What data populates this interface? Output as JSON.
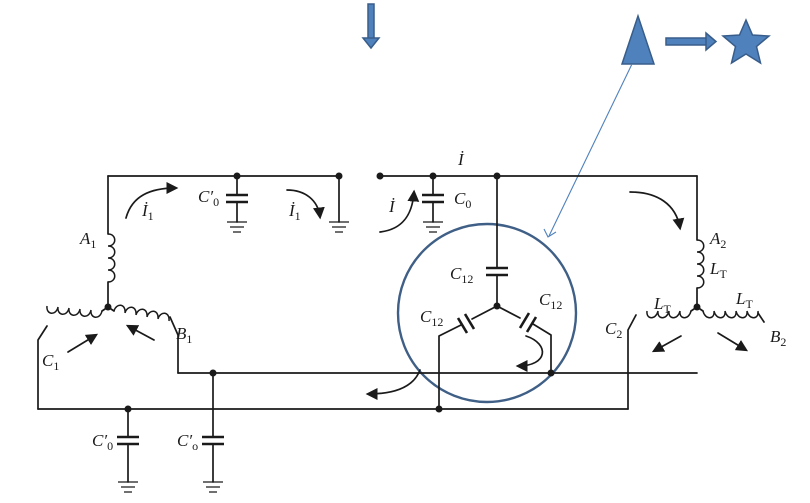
{
  "labels": {
    "A1": {
      "main": "A",
      "sub": "1"
    },
    "B1": {
      "main": "B",
      "sub": "1"
    },
    "C1": {
      "main": "C",
      "sub": "1"
    },
    "A2": {
      "main": "A",
      "sub": "2"
    },
    "B2": {
      "main": "B",
      "sub": "2"
    },
    "C2": {
      "main": "C",
      "sub": "2"
    },
    "LT_a": {
      "main": "L",
      "sub": "T"
    },
    "LT_b": {
      "main": "L",
      "sub": "T"
    },
    "LT_c": {
      "main": "L",
      "sub": "T"
    },
    "C0p_top": {
      "main": "C′",
      "sub": "0"
    },
    "C0_right": {
      "main": "C",
      "sub": "0"
    },
    "C0p_bottom1": {
      "main": "C′",
      "sub": "0"
    },
    "C0p_bottom2": {
      "main": "C′",
      "sub": "o"
    },
    "C12_top": {
      "main": "C",
      "sub": "12"
    },
    "C12_left": {
      "main": "C",
      "sub": "12"
    },
    "C12_right": {
      "main": "C",
      "sub": "12"
    },
    "I1_left": {
      "main": "İ",
      "sub": "1"
    },
    "I1_mid": {
      "main": "İ",
      "sub": "1"
    },
    "I_top": {
      "main": "İ",
      "sub": ""
    },
    "I_mid": {
      "main": "İ",
      "sub": ""
    }
  },
  "colors": {
    "wire": "#1a1a1a",
    "accent_fill": "#4f81bd",
    "accent_stroke": "#385d8a",
    "background": "#ffffff"
  },
  "icons": {
    "top_arrow": "down-arrow-icon",
    "triangle": "triangle-icon",
    "right_arrow": "right-arrow-icon",
    "star": "star-icon"
  }
}
